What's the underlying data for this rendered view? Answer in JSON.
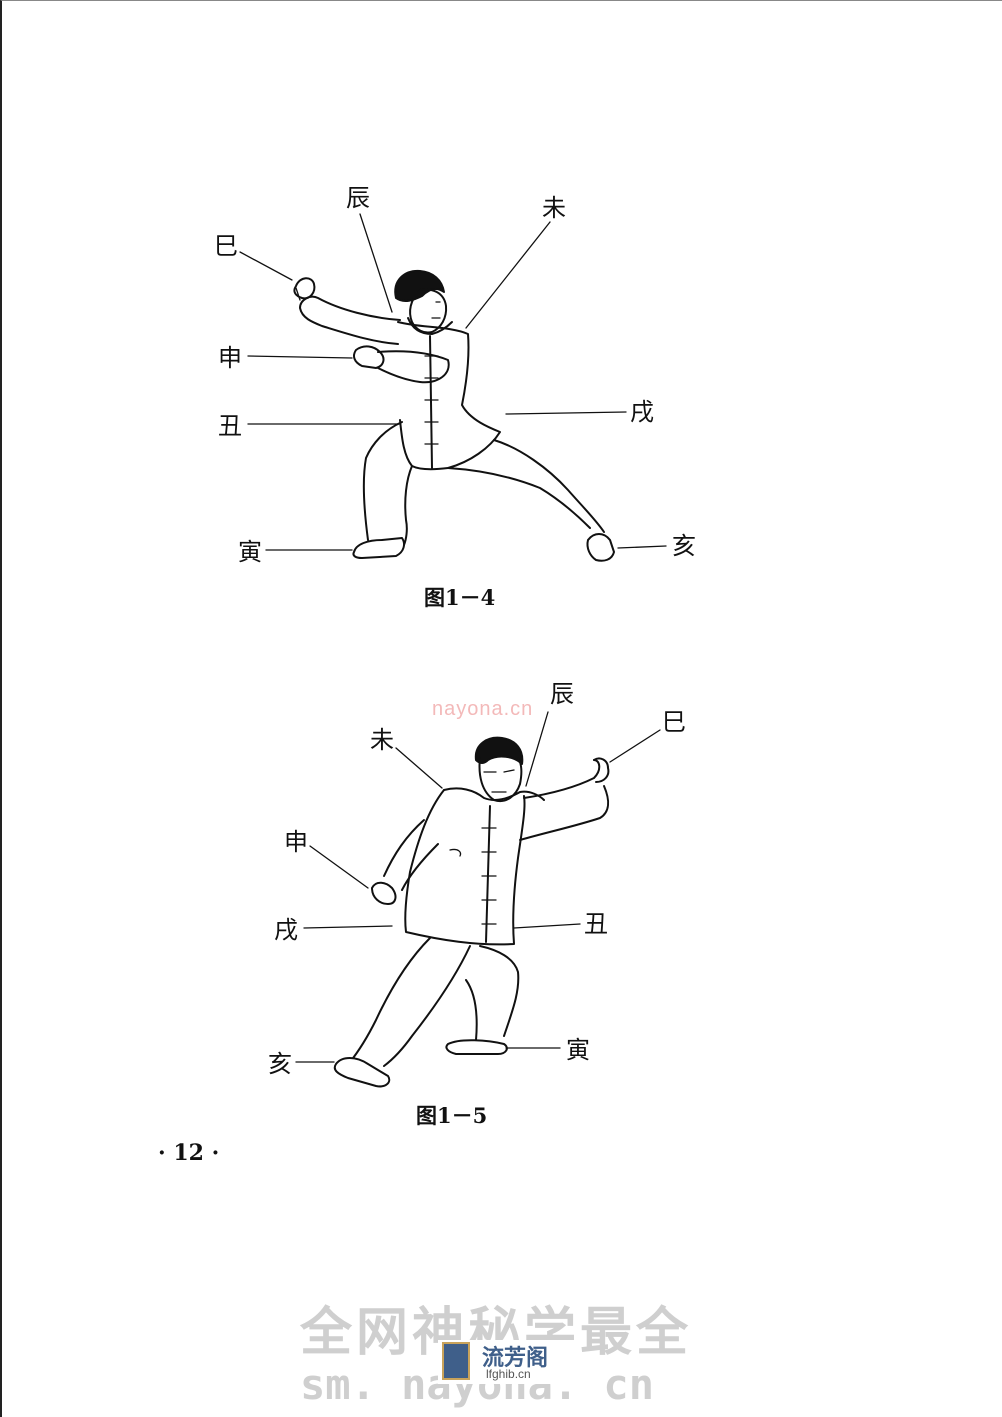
{
  "figure_1_4": {
    "caption": "图1－4",
    "labels": {
      "chen": "辰",
      "wei": "未",
      "si": "巳",
      "shen": "申",
      "chou": "丑",
      "xu": "戌",
      "yin": "寅",
      "hai": "亥"
    }
  },
  "figure_1_5": {
    "caption": "图1－5",
    "labels": {
      "chen": "辰",
      "wei": "未",
      "si": "巳",
      "shen": "申",
      "xu": "戌",
      "chou": "丑",
      "yin": "寅",
      "hai": "亥"
    }
  },
  "page_number": "· 12 ·",
  "watermarks": {
    "site": "nayona.cn",
    "banner": "全网神秘学最全",
    "url": "sm. nayona. cn",
    "logo_name": "流芳阁",
    "logo_sub": "lfghib.cn"
  }
}
